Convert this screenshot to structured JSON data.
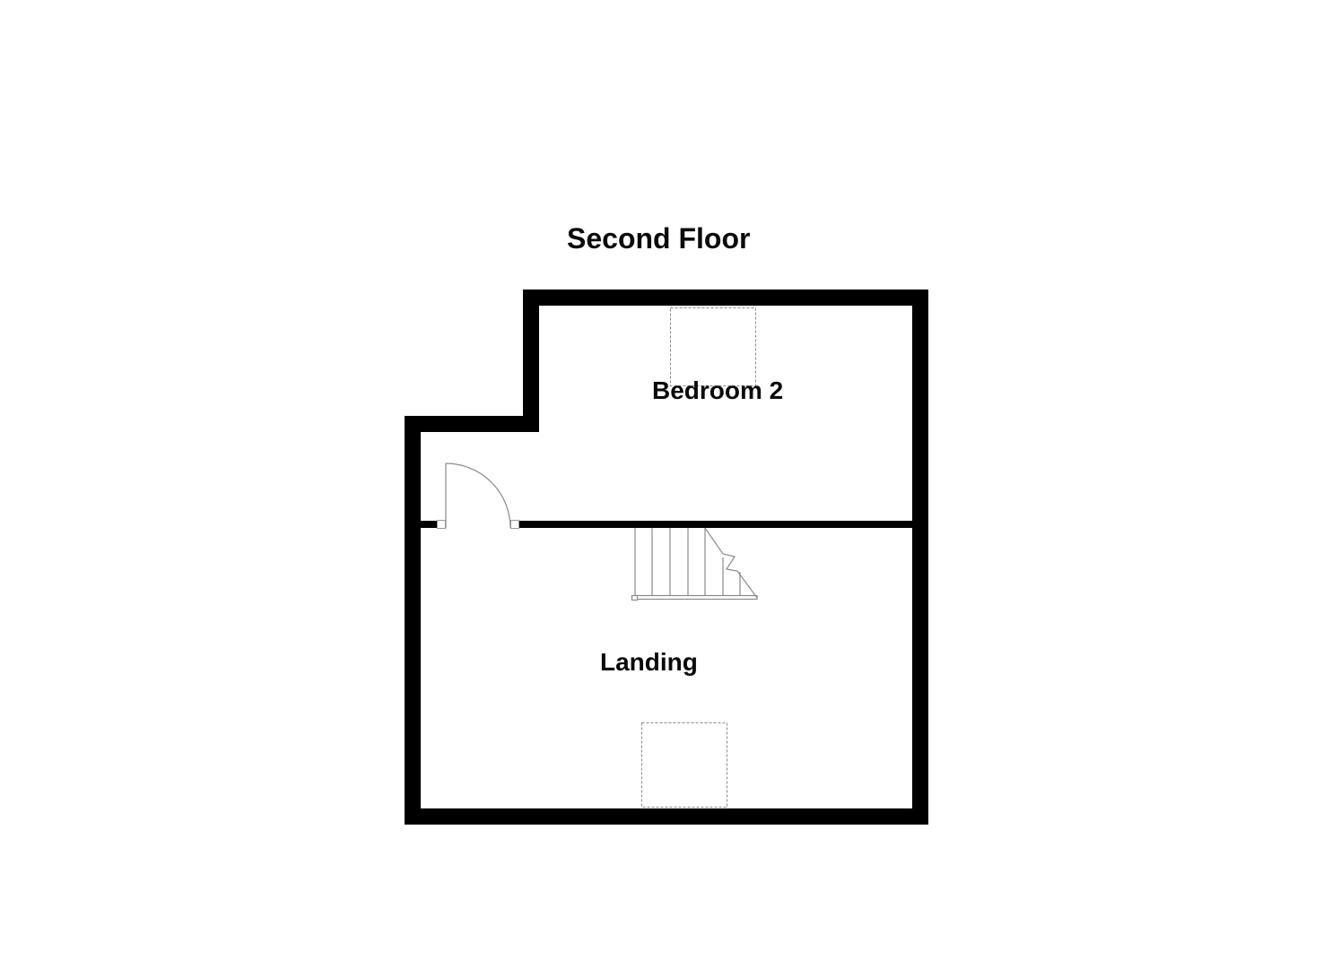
{
  "floor_plan": {
    "title": "Second Floor",
    "rooms": [
      {
        "label": "Bedroom 2"
      },
      {
        "label": "Landing"
      }
    ],
    "features": {
      "door": "door-swing",
      "stairs": "staircase",
      "skylights": [
        "skylight-bedroom-2",
        "skylight-landing"
      ]
    },
    "colors": {
      "wall": "#000000",
      "fixture_line": "#9a9a9a",
      "background": "#ffffff",
      "text": "#0a0a0a"
    }
  }
}
